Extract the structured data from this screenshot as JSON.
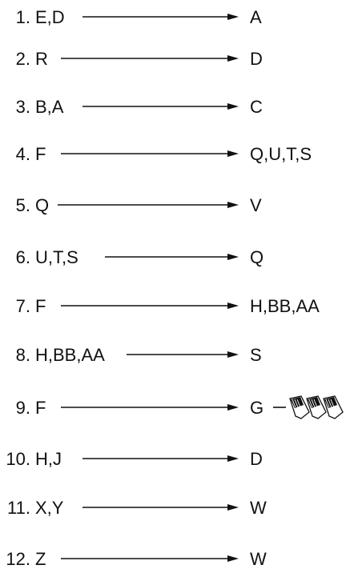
{
  "rows": [
    {
      "num": "1.",
      "from": "E,D",
      "to": "A"
    },
    {
      "num": "2.",
      "from": "R",
      "to": "D"
    },
    {
      "num": "3.",
      "from": "B,A",
      "to": "C"
    },
    {
      "num": "4.",
      "from": "F",
      "to": "Q,U,T,S"
    },
    {
      "num": "5.",
      "from": "Q",
      "to": "V"
    },
    {
      "num": "6.",
      "from": "U,T,S",
      "to": "Q"
    },
    {
      "num": "7.",
      "from": "F",
      "to": "H,BB,AA"
    },
    {
      "num": "8.",
      "from": "H,BB,AA",
      "to": "S"
    },
    {
      "num": "9.",
      "from": "F",
      "to": "G",
      "suffix": "wire-nuts-icon"
    },
    {
      "num": "10.",
      "from": "H,J",
      "to": "D"
    },
    {
      "num": "11.",
      "from": "X,Y",
      "to": "W"
    },
    {
      "num": "12.",
      "from": "Z",
      "to": "W"
    }
  ],
  "colors": {
    "ink": "#111111",
    "background": "#ffffff"
  }
}
